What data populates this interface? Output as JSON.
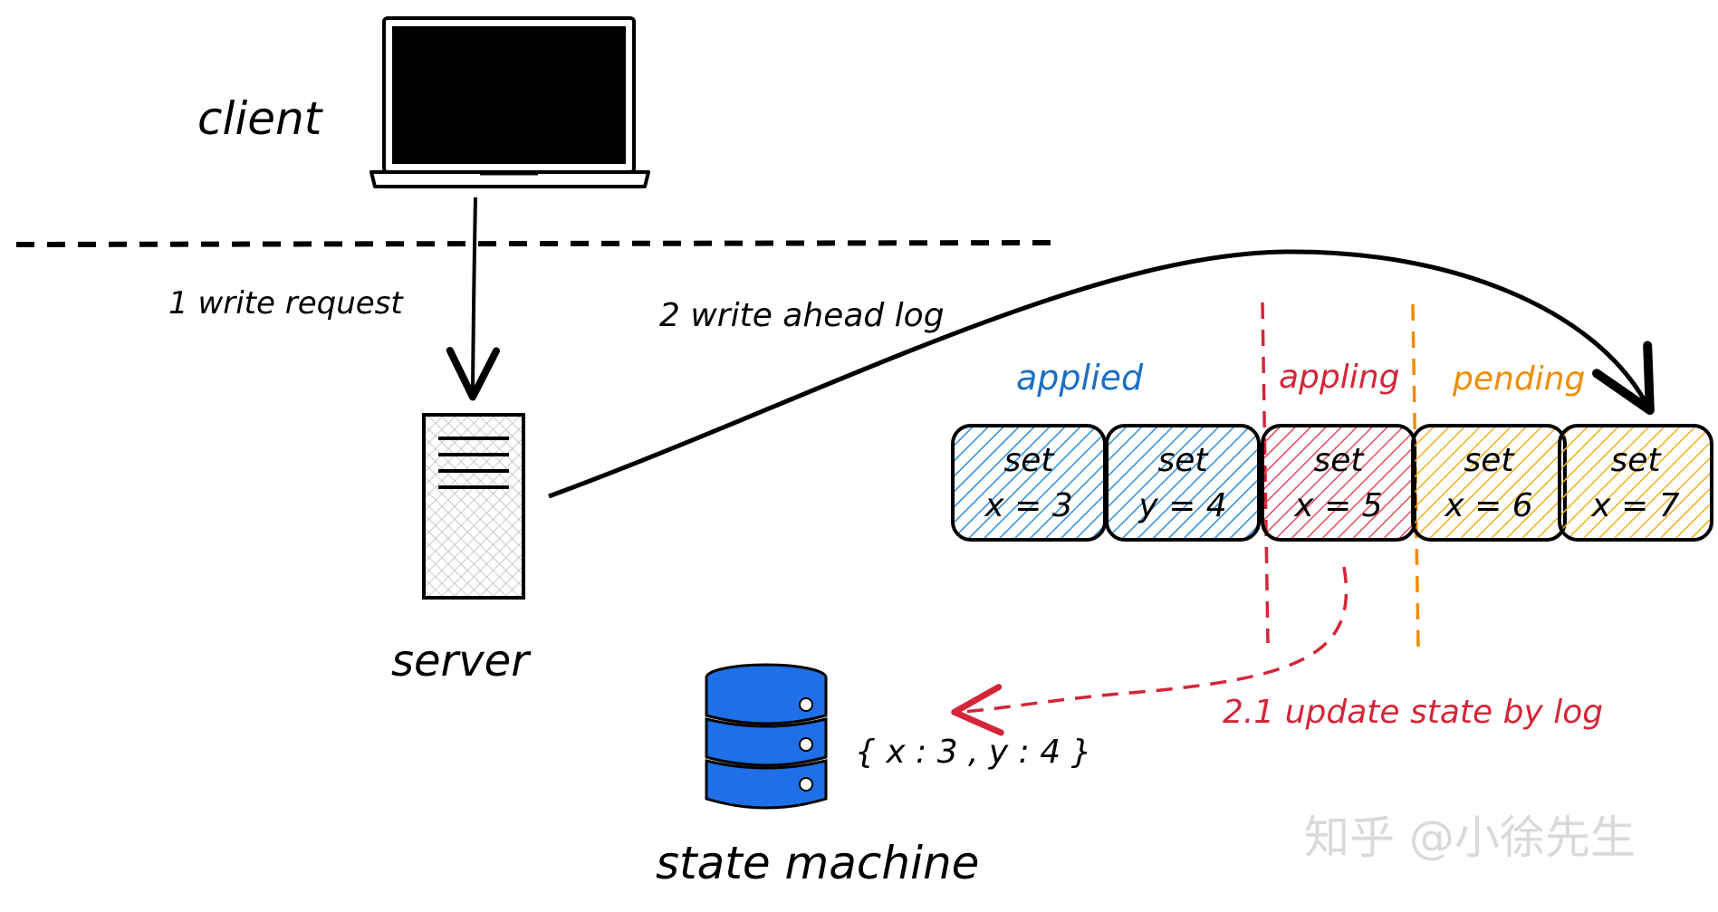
{
  "labels": {
    "client": "client",
    "server": "server",
    "state_machine": "state machine",
    "step1": "1 write request",
    "step2": "2 write ahead log",
    "step21": "2.1 update state by log",
    "state_value": "{ x : 3 , y : 4 }",
    "watermark": "知乎 @小徐先生"
  },
  "groups": [
    {
      "label": "applied",
      "color": "#1a6fc4"
    },
    {
      "label": "appling",
      "color": "#d42639"
    },
    {
      "label": "pending",
      "color": "#f08c00"
    }
  ],
  "log_entries": [
    {
      "line1": "set",
      "line2": "x = 3",
      "status": "applied",
      "color": "#2f8fde"
    },
    {
      "line1": "set",
      "line2": "y = 4",
      "status": "applied",
      "color": "#2f8fde"
    },
    {
      "line1": "set",
      "line2": "x = 5",
      "status": "appling",
      "color": "#e64b5d"
    },
    {
      "line1": "set",
      "line2": "x = 6",
      "status": "pending",
      "color": "#f2b01c"
    },
    {
      "line1": "set",
      "line2": "x = 7",
      "status": "pending",
      "color": "#f2b01c"
    }
  ],
  "colors": {
    "ink": "#000000",
    "database_blue": "#1f6fe6",
    "server_hatch": "#b8b8b8",
    "watermark": "#d9d9d9"
  },
  "icons": [
    "laptop-icon",
    "server-icon",
    "database-icon"
  ]
}
